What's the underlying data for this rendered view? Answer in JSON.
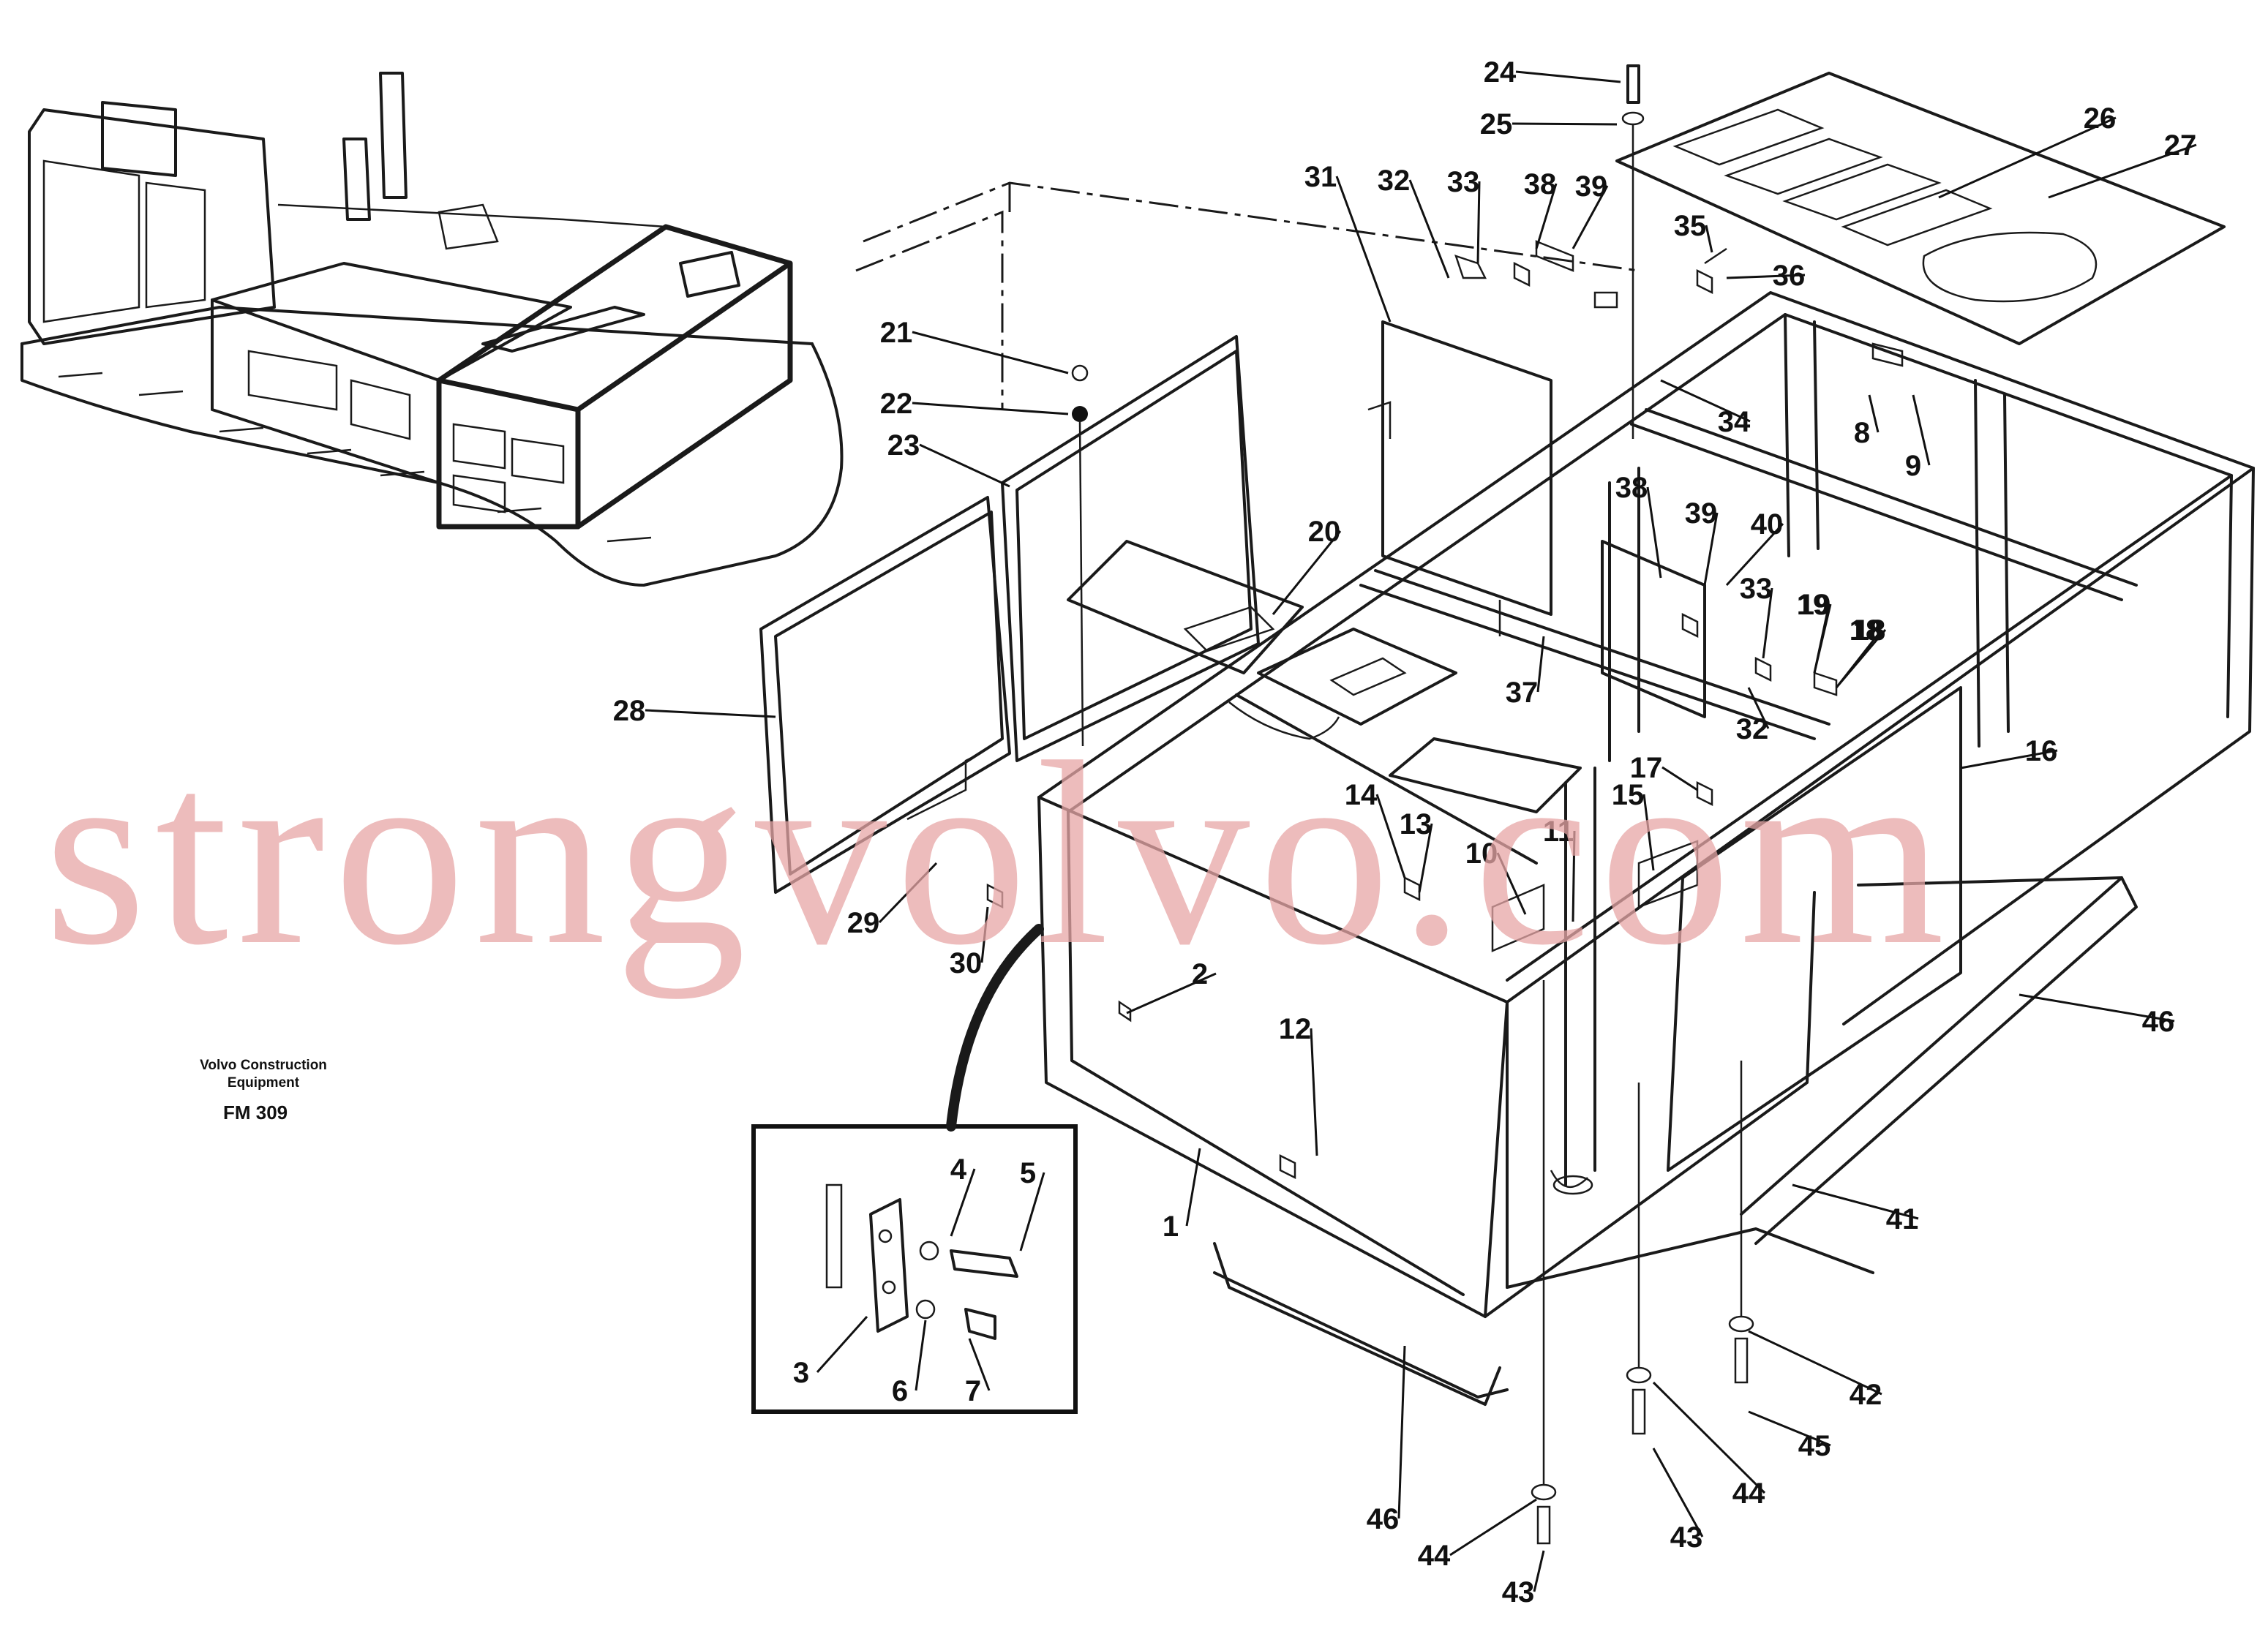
{
  "caption": {
    "line1": "Volvo Construction",
    "line2": "Equipment",
    "code": "FM 309"
  },
  "watermark": "strongvolvo.com",
  "colors": {
    "line": "#1a1a1a",
    "watermark": "#e7a6a6",
    "background": "#ffffff"
  },
  "callouts": [
    {
      "label": "1"
    },
    {
      "label": "2"
    },
    {
      "label": "3"
    },
    {
      "label": "4"
    },
    {
      "label": "5"
    },
    {
      "label": "6"
    },
    {
      "label": "7"
    },
    {
      "label": "8"
    },
    {
      "label": "9"
    },
    {
      "label": "10"
    },
    {
      "label": "11"
    },
    {
      "label": "12"
    },
    {
      "label": "13"
    },
    {
      "label": "14"
    },
    {
      "label": "15"
    },
    {
      "label": "16"
    },
    {
      "label": "17"
    },
    {
      "label": "18"
    },
    {
      "label": "19"
    },
    {
      "label": "20"
    },
    {
      "label": "21"
    },
    {
      "label": "22"
    },
    {
      "label": "23"
    },
    {
      "label": "24"
    },
    {
      "label": "25"
    },
    {
      "label": "26"
    },
    {
      "label": "27"
    },
    {
      "label": "28"
    },
    {
      "label": "29"
    },
    {
      "label": "30"
    },
    {
      "label": "31"
    },
    {
      "label": "32"
    },
    {
      "label": "33"
    },
    {
      "label": "38"
    },
    {
      "label": "39"
    },
    {
      "label": "35"
    },
    {
      "label": "36"
    },
    {
      "label": "34"
    },
    {
      "label": "38"
    },
    {
      "label": "39"
    },
    {
      "label": "40"
    },
    {
      "label": "33"
    },
    {
      "label": "19"
    },
    {
      "label": "18"
    },
    {
      "label": "37"
    },
    {
      "label": "32"
    },
    {
      "label": "41"
    },
    {
      "label": "42"
    },
    {
      "label": "45"
    },
    {
      "label": "44"
    },
    {
      "label": "43"
    },
    {
      "label": "44"
    },
    {
      "label": "43"
    },
    {
      "label": "46"
    },
    {
      "label": "46"
    }
  ]
}
